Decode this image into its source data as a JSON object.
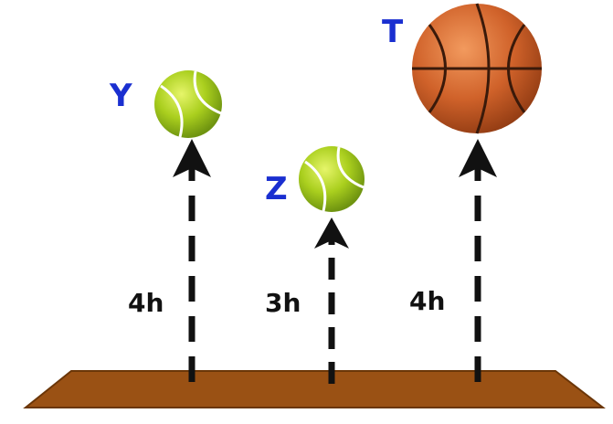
{
  "balls": [
    {
      "label": "Y",
      "kind": "tennis-ball",
      "height": "4h"
    },
    {
      "label": "Z",
      "kind": "tennis-ball",
      "height": "3h"
    },
    {
      "label": "T",
      "kind": "basketball",
      "height": "4h"
    }
  ],
  "colors": {
    "ground": "#9a5114",
    "ground_edge": "#6b3608",
    "label": "#1a2fd0",
    "arrow": "#111111",
    "tennis_ball": "#a9cf1c",
    "basketball": "#c85a22"
  }
}
